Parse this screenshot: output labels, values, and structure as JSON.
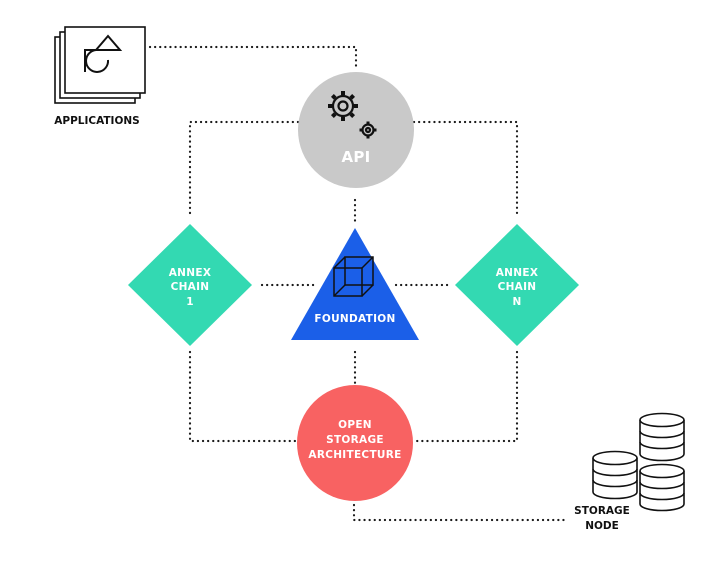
{
  "colors": {
    "api": "#c9c9c9",
    "annex": "#33d9b2",
    "foundation": "#1b5fe8",
    "storage": "#f86262",
    "connector": "#1a1a1a",
    "ink": "#111111"
  },
  "applications": {
    "label": "APPLICATIONS",
    "icon": "shapes-document-stack-icon"
  },
  "api": {
    "label": "API",
    "icon": "gears-icon"
  },
  "annex_left": {
    "line1": "ANNEX",
    "line2": "CHAIN",
    "line3": "1"
  },
  "annex_right": {
    "line1": "ANNEX",
    "line2": "CHAIN",
    "line3": "N"
  },
  "foundation": {
    "label": "FOUNDATION",
    "icon": "cube-icon"
  },
  "storage": {
    "line1": "OPEN",
    "line2": "STORAGE",
    "line3": "ARCHITECTURE"
  },
  "storage_node": {
    "line1": "STORAGE",
    "line2": "NODE",
    "icon": "database-stack-icon"
  }
}
